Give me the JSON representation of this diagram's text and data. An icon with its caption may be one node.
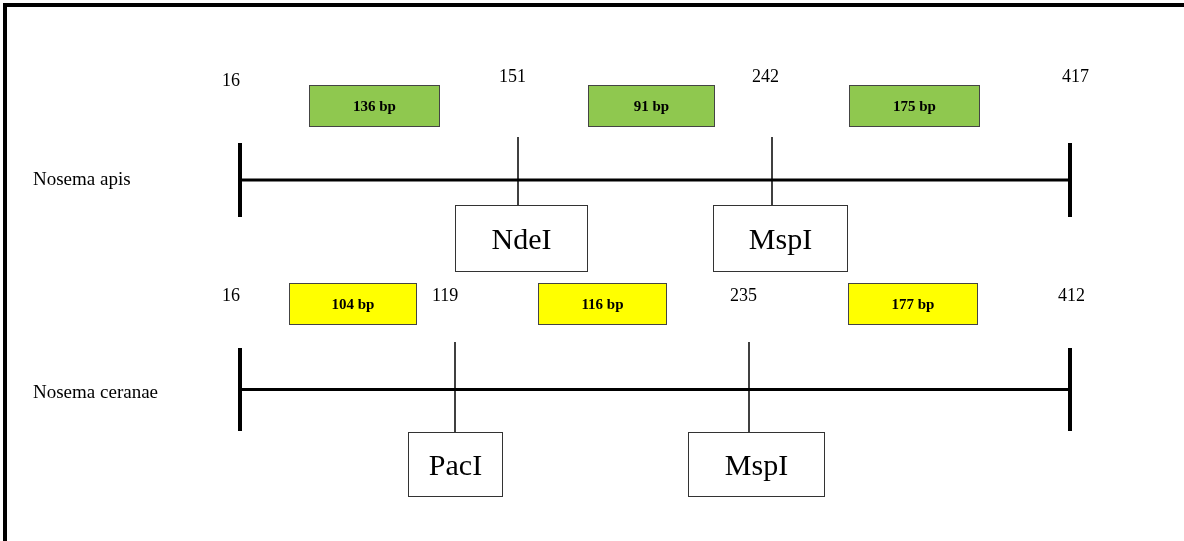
{
  "diagram": {
    "nodes": [
      {
        "text": [
          "136 bp"
        ]
      },
      {
        "text": [
          "91 bp"
        ]
      },
      {
        "text": [
          "175 bp"
        ]
      },
      {
        "text": [],
        "shape": "bar"
      },
      {
        "text": [
          "NdeI"
        ]
      },
      {
        "text": [
          "MspI"
        ]
      },
      {
        "text": [
          "104 bp"
        ]
      },
      {
        "text": [
          "116 bp"
        ]
      },
      {
        "text": [
          "177 bp"
        ]
      },
      {
        "text": [],
        "shape": "bar"
      },
      {
        "text": [
          "PacI"
        ]
      },
      {
        "text": [
          "MspI"
        ]
      }
    ],
    "edges": [
      {
        "from": 3,
        "to": 4,
        "arrow": "none"
      },
      {
        "from": 3,
        "to": 5,
        "arrow": "none"
      },
      {
        "from": 9,
        "to": 10,
        "arrow": "none"
      },
      {
        "from": 9,
        "to": 11,
        "arrow": "none"
      }
    ],
    "labels": [
      "16",
      "151",
      "242",
      "417",
      "Nosema apis",
      "16",
      "119",
      "235",
      "412",
      "Nosema ceranae"
    ]
  }
}
